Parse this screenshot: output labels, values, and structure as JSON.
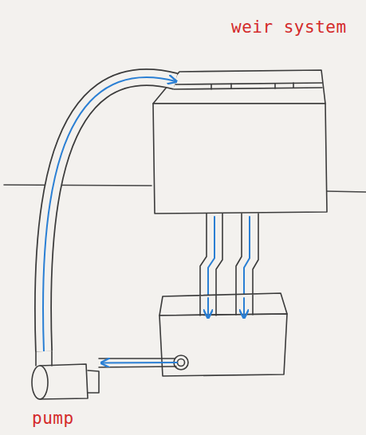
{
  "diagram": {
    "nodes": [
      {
        "text": [
          "weir system"
        ]
      },
      {
        "text": [
          "pump"
        ]
      }
    ],
    "edges": [
      {
        "from": 1,
        "to": 0,
        "arrow": "to"
      }
    ]
  }
}
